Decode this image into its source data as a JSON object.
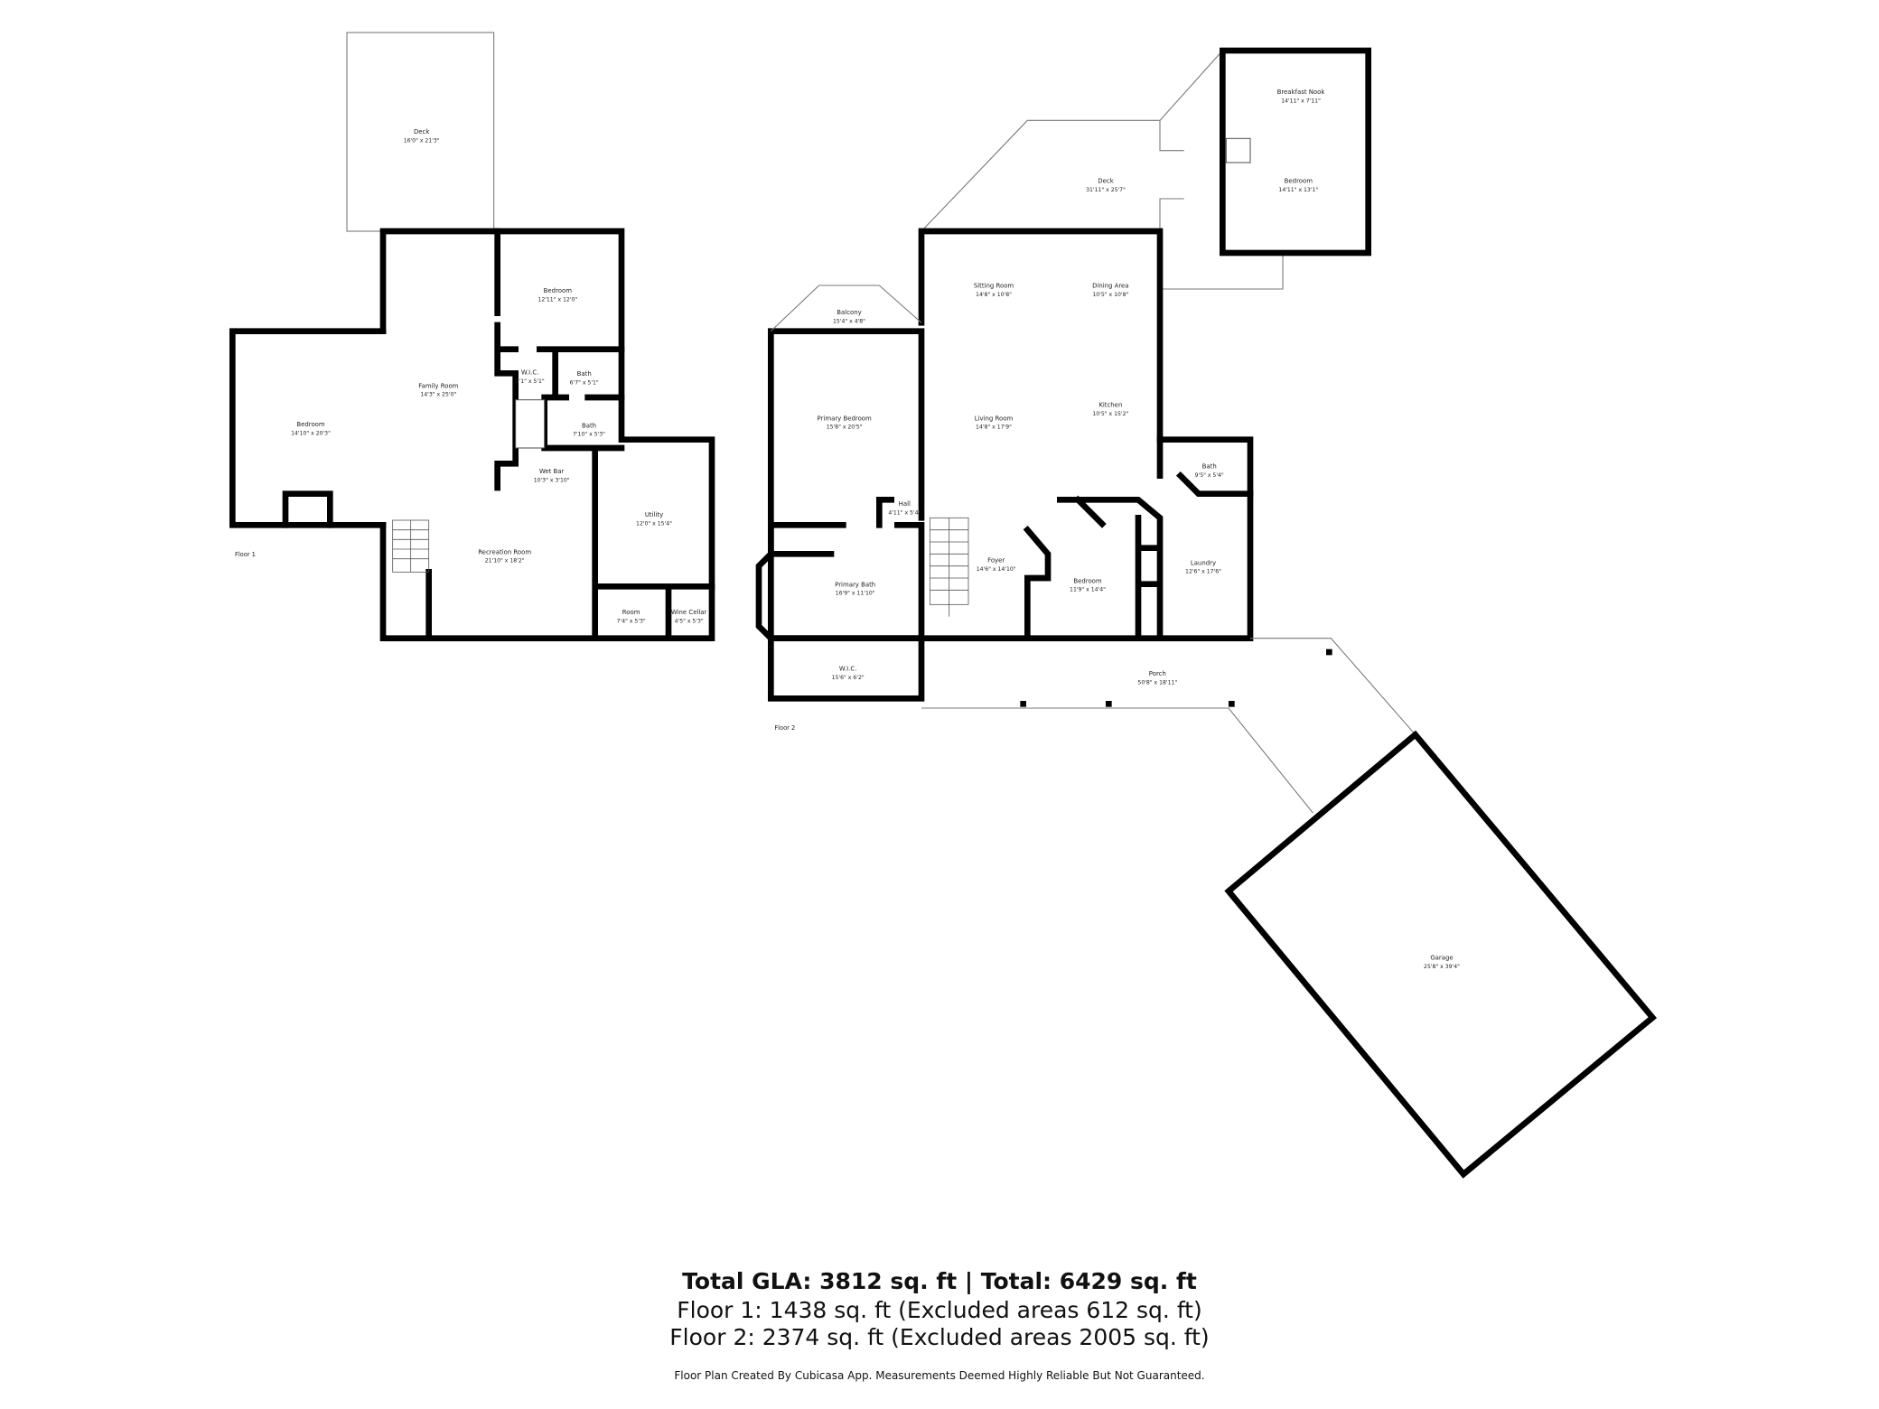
{
  "floors": [
    {
      "label": "Floor 1",
      "rooms": [
        {
          "name": "Deck",
          "dims": "16'0\" x 21'3\""
        },
        {
          "name": "Bedroom",
          "dims": "12'11\" x 12'0\""
        },
        {
          "name": "Family Room",
          "dims": "14'3\" x 25'0\""
        },
        {
          "name": "W.I.C.",
          "dims": "5'1\" x 5'1\""
        },
        {
          "name": "Bath",
          "dims": "6'7\" x 5'1\""
        },
        {
          "name": "Bath",
          "dims": "7'10\" x 5'3\""
        },
        {
          "name": "Bedroom",
          "dims": "14'10\" x 20'3\""
        },
        {
          "name": "Wet Bar",
          "dims": "10'3\" x 3'10\""
        },
        {
          "name": "Utility",
          "dims": "12'0\" x 15'4\""
        },
        {
          "name": "Recreation Room",
          "dims": "21'10\" x 18'2\""
        },
        {
          "name": "Room",
          "dims": "7'4\" x 5'3\""
        },
        {
          "name": "Wine Cellar",
          "dims": "4'5\" x 5'3\""
        }
      ]
    },
    {
      "label": "Floor 2",
      "rooms": [
        {
          "name": "Breakfast Nook",
          "dims": "14'11\" x 7'11\""
        },
        {
          "name": "Deck",
          "dims": "31'11\" x 25'7\""
        },
        {
          "name": "Bedroom",
          "dims": "14'11\" x 13'1\""
        },
        {
          "name": "Sitting Room",
          "dims": "14'8\" x 10'8\""
        },
        {
          "name": "Dining Area",
          "dims": "10'5\" x 10'8\""
        },
        {
          "name": "Balcony",
          "dims": "15'4\" x 4'8\""
        },
        {
          "name": "Primary Bedroom",
          "dims": "15'8\" x 20'5\""
        },
        {
          "name": "Living Room",
          "dims": "14'8\" x 17'9\""
        },
        {
          "name": "Kitchen",
          "dims": "10'5\" x 15'2\""
        },
        {
          "name": "Bath",
          "dims": "9'5\" x 5'4\""
        },
        {
          "name": "Hall",
          "dims": "4'11\" x 5'4\""
        },
        {
          "name": "Foyer",
          "dims": "14'6\" x 14'10\""
        },
        {
          "name": "Bedroom",
          "dims": "11'9\" x 14'4\""
        },
        {
          "name": "Laundry",
          "dims": "12'6\" x 17'6\""
        },
        {
          "name": "Primary Bath",
          "dims": "16'9\" x 11'10\""
        },
        {
          "name": "W.I.C.",
          "dims": "15'6\" x 6'2\""
        },
        {
          "name": "Porch",
          "dims": "50'8\" x 18'11\""
        },
        {
          "name": "Garage",
          "dims": "25'8\" x 39'4\""
        }
      ]
    }
  ],
  "summary": {
    "total": "Total GLA: 3812 sq. ft | Total: 6429 sq. ft",
    "floor1": "Floor 1: 1438 sq. ft (Excluded areas 612 sq. ft)",
    "floor2": "Floor 2: 2374 sq. ft (Excluded areas 2005 sq. ft)",
    "disclaimer": "Floor Plan Created By Cubicasa App. Measurements Deemed Highly Reliable But Not Guaranteed."
  }
}
